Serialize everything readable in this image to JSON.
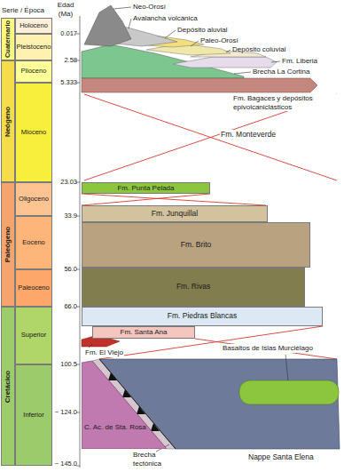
{
  "diagram": {
    "nodes": [
      {
        "text": [
          "Cuaternario"
        ]
      },
      {
        "text": [
          "Holoceno"
        ]
      },
      {
        "text": [
          "Pleistoceno"
        ]
      },
      {
        "text": [
          "Neógeno"
        ]
      },
      {
        "text": [
          "Plioceno"
        ]
      },
      {
        "text": [
          "Mioceno"
        ]
      },
      {
        "text": [
          "Paleógeno"
        ]
      },
      {
        "text": [
          "Oligoceno"
        ]
      },
      {
        "text": [
          "Eoceno"
        ]
      },
      {
        "text": [
          "Paleoceno"
        ]
      },
      {
        "text": [
          "Cretácico"
        ]
      },
      {
        "text": [
          "Superior"
        ]
      },
      {
        "text": [
          "Inferior"
        ]
      },
      {
        "text": [
          "Fm. Punta Pelada"
        ]
      },
      {
        "text": [
          "Fm. Junquillal"
        ]
      },
      {
        "text": [
          "Fm. Brito"
        ]
      },
      {
        "text": [
          "Fm. Rivas"
        ]
      },
      {
        "text": [
          "Fm. Piedras Blancas"
        ]
      },
      {
        "text": [
          "Fm. Santa Ana"
        ]
      },
      {
        "text": [
          "C. Ac. de Sta. Rosa"
        ]
      }
    ],
    "labels": [
      "Serie / Época",
      "Edad (Ma)",
      "0.017",
      "2.58",
      "5.333",
      "23.03",
      "33.9",
      "56.0",
      "66.0",
      "100.5",
      "~ 124.0",
      "~ 145.0",
      "Neo-Orosí",
      "Avalancha volcánica",
      "Depósito aluvial",
      "Paleo-Orosí",
      "Depósito coluvial",
      "Fm. Liberia",
      "Brecha La Cortina",
      "Fm. Bagaces y depósitos epivolcaniclásticos",
      "Fm. Monteverde",
      "Fm. El Viejo",
      "Basaltos de Islas Murciélago",
      "Brecha tectónica",
      "Nappe Santa Elena"
    ]
  }
}
